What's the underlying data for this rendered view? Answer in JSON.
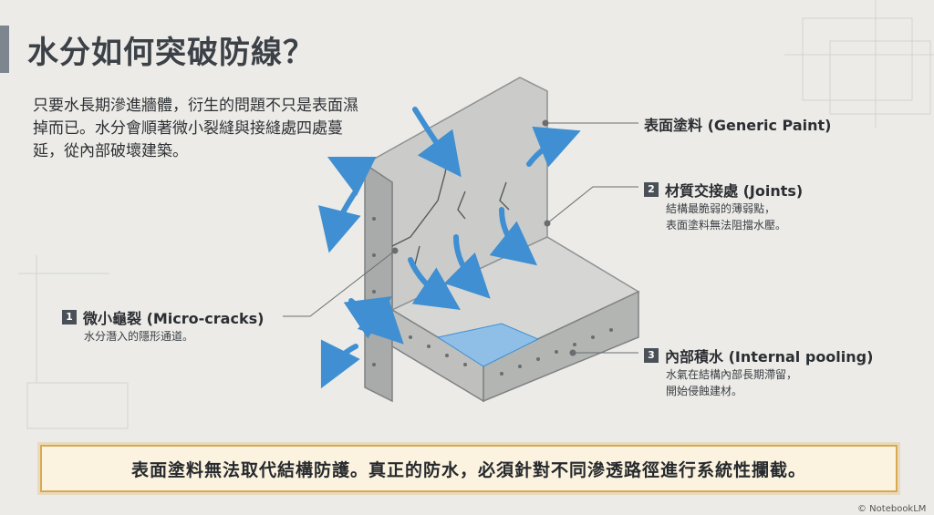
{
  "title": "水分如何突破防線？",
  "intro": "只要水長期滲進牆體，衍生的問題不只是表面濕掉而已。水分會順著微小裂縫與接縫處四處蔓延，從內部破壞建築。",
  "labels": {
    "paint": {
      "title": "表面塗料 (Generic Paint)"
    },
    "joints": {
      "num": "2",
      "title": "材質交接處 (Joints)",
      "desc1": "結構最脆弱的薄弱點，",
      "desc2": "表面塗料無法阻擋水壓。"
    },
    "cracks": {
      "num": "1",
      "title": "微小龜裂 (Micro-cracks)",
      "desc1": "水分潛入的隱形通道。"
    },
    "pooling": {
      "num": "3",
      "title": "內部積水 (Internal pooling)",
      "desc1": "水氣在結構內部長期滯留，",
      "desc2": "開始侵蝕建材。"
    }
  },
  "banner": "表面塗料無法取代結構防護。真正的防水，必須針對不同滲透路徑進行系統性攔截。",
  "credit": "© NotebookLM",
  "colors": {
    "water": "#3f8fd2",
    "concrete": "#cfd0cd",
    "accent": "#d9a94f"
  }
}
